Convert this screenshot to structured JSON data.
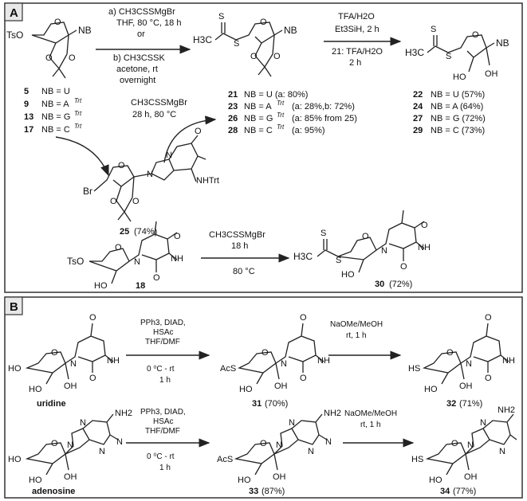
{
  "panelA": {
    "label": "A",
    "sm_left_group": "TsO",
    "sm_nb": "NB",
    "sm_list": [
      {
        "num": "5",
        "nb": "NB = U"
      },
      {
        "num": "9",
        "nb": "NB = A",
        "sup": "Trt"
      },
      {
        "num": "13",
        "nb": "NB = G",
        "sup": "Trt"
      },
      {
        "num": "17",
        "nb": "NB = C",
        "sup": "Trt"
      }
    ],
    "cond1": [
      "a) CH3CSSMgBr",
      "THF, 80 °C, 18 h",
      "or",
      "b) CH3CSSK",
      "acetone, rt",
      "overnight"
    ],
    "mid_group": "H3C",
    "mid_s": "S",
    "mid_nb": "NB",
    "mid_list": [
      {
        "num": "21",
        "text": "NB = U (a: 80%)"
      },
      {
        "num": "23",
        "text": "NB = A",
        "sup": "Trt",
        "rest": "(a:  28%,b: 72%)"
      },
      {
        "num": "26",
        "text": "NB = G",
        "sup": "Trt",
        "rest": "(a: 85% from 25)"
      },
      {
        "num": "28",
        "text": "NB = C",
        "sup": "Trt",
        "rest": "(a: 95%)"
      }
    ],
    "cond2": [
      "TFA/H2O",
      "Et3SiH, 2 h",
      "21: TFA/H2O",
      "2 h"
    ],
    "prod_nb": "NB",
    "prod_oh1": "HO",
    "prod_oh2": "OH",
    "prod_list": [
      {
        "num": "22",
        "text": "NB = U (57%)"
      },
      {
        "num": "24",
        "text": "NB = A  (64%)"
      },
      {
        "num": "27",
        "text": "NB = G  (72%)"
      },
      {
        "num": "29",
        "text": "NB = C  (73%)"
      }
    ],
    "cond3": [
      "CH3CSSMgBr",
      "28 h, 80 °C"
    ],
    "br_cpd": {
      "br": "Br",
      "nh": "NHTrt",
      "o": "O",
      "n": "N",
      "num": "25",
      "yield": "(74%)"
    },
    "thy_sm": {
      "tso": "TsO",
      "ho": "HO",
      "num": "18"
    },
    "cond4": [
      "CH3CSSMgBr",
      "18 h",
      "80 °C"
    ],
    "thy_prod": {
      "num": "30",
      "yield": "(72%)",
      "ho": "HO"
    }
  },
  "panelB": {
    "label": "B",
    "row1": {
      "sm": "uridine",
      "cond1": [
        "PPh3, DIAD,",
        "HSAc",
        "THF/DMF",
        "0 ⁰C - rt",
        "1 h"
      ],
      "mid": {
        "ac": "AcS",
        "num": "31",
        "yield": "(70%)"
      },
      "cond2": [
        "NaOMe/MeOH",
        "rt, 1 h"
      ],
      "prod": {
        "hs": "HS",
        "num": "32",
        "yield": "(71%)"
      }
    },
    "row2": {
      "sm": "adenosine",
      "cond1": [
        "PPh3, DIAD,",
        "HSAc",
        "THF/DMF",
        "0 ⁰C - rt",
        "1 h"
      ],
      "mid": {
        "ac": "AcS",
        "num": "33",
        "yield": "(87%)"
      },
      "cond2": [
        "NaOMe/MeOH",
        "rt, 1 h"
      ],
      "prod": {
        "hs": "HS",
        "num": "34",
        "yield": "(77%)"
      }
    },
    "atoms": {
      "ho": "HO",
      "oh": "OH",
      "o": "O",
      "n": "N",
      "nh": "NH",
      "nh2": "NH2"
    }
  }
}
